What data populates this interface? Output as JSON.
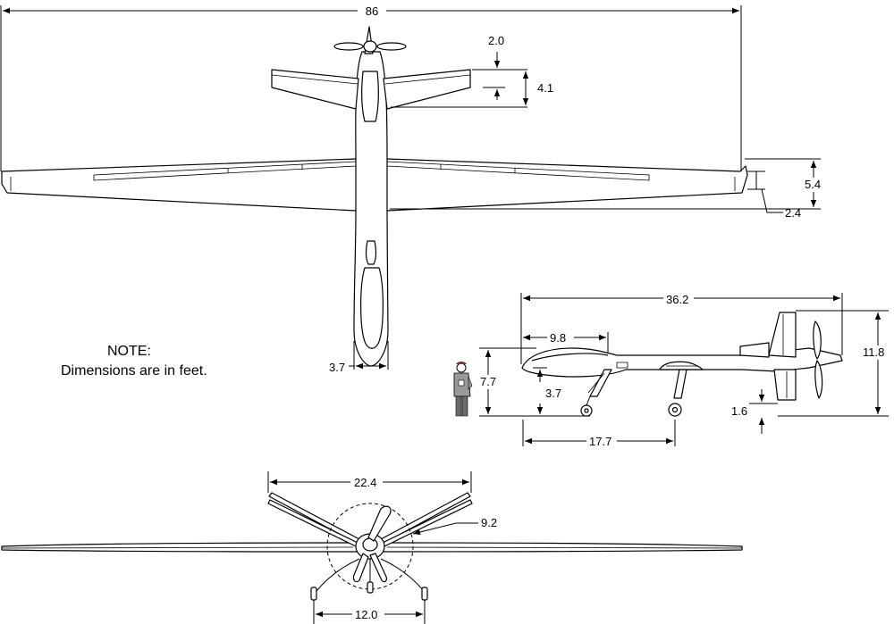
{
  "dimensions": {
    "wingspan": "86",
    "tail_chord_offset": "2.0",
    "tail_chord": "4.1",
    "wing_root_chord": "5.4",
    "wing_tip_chord": "2.4",
    "fuselage_width": "3.7",
    "overall_length": "36.2",
    "nose_to_gear": "9.8",
    "overall_height": "11.8",
    "fuselage_height": "7.7",
    "nose_gear_height": "3.7",
    "ground_clearance": "1.6",
    "wheelbase": "17.7",
    "vtail_span": "22.4",
    "prop_diameter": "9.2",
    "gear_track": "12.0"
  },
  "note": {
    "title": "NOTE:",
    "text": "Dimensions are in feet."
  }
}
